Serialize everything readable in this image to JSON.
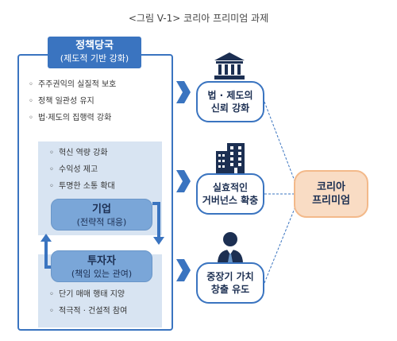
{
  "caption": "<그림 V-1> 코리아 프리미엄 과제",
  "government": {
    "title": "정책당국",
    "subtitle": "(제도적 기반 강화)",
    "items": [
      "주주권익의 실질적 보호",
      "정책 일관성 유지",
      "법·제도의 집행력 강화"
    ]
  },
  "company": {
    "items": [
      "혁신 역량 강화",
      "수익성 제고",
      "투명한 소통 확대"
    ],
    "title": "기업",
    "subtitle": "(전략적 대응)"
  },
  "investor": {
    "title": "투자자",
    "subtitle": "(책임 있는 관여)",
    "items": [
      "단기 매매 행태 지양",
      "적극적 · 건설적 참여"
    ]
  },
  "outcomes": [
    {
      "line1": "법 · 제도의",
      "line2": "신뢰 강화",
      "icon": "government-building-icon"
    },
    {
      "line1": "실효적인",
      "line2": "거버넌스 확충",
      "icon": "office-building-icon"
    },
    {
      "line1": "중장기 가치",
      "line2": "창출 유도",
      "icon": "businessman-icon"
    }
  ],
  "result": {
    "line1": "코리아",
    "line2": "프리미엄"
  },
  "colors": {
    "primary": "#3a74c0",
    "light": "#d8e4f2",
    "pill": "#7aa6d8",
    "result_fill": "#f9dcc4",
    "result_border": "#f3b98a",
    "dark": "#1c2f52"
  }
}
